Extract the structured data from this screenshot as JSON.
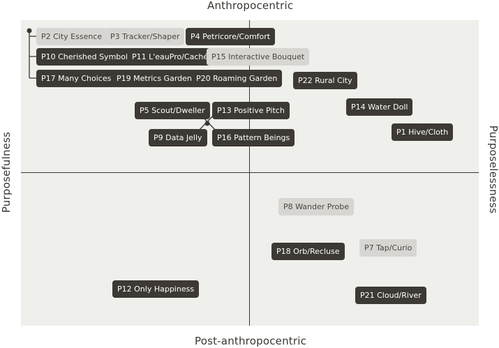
{
  "axes": {
    "top": "Anthropocentric",
    "bottom": "Post-anthropocentric",
    "left": "Purposefulness",
    "right": "Purposelessness"
  },
  "colors": {
    "dark_chip": "#3d3934",
    "light_chip": "#d7d6d2",
    "plot_bg": "#efefec",
    "axis": "#3a3632"
  },
  "projects": [
    {
      "id": "p2",
      "label": "P2 City Essence",
      "style": "light"
    },
    {
      "id": "p3",
      "label": "P3 Tracker/Shaper",
      "style": "light"
    },
    {
      "id": "p4",
      "label": "P4 Petricore/Comfort",
      "style": "dark"
    },
    {
      "id": "p10",
      "label": "P10 Cherished Symbol",
      "style": "dark"
    },
    {
      "id": "p11",
      "label": "P11 L'eauPro/Caché",
      "style": "dark"
    },
    {
      "id": "p15",
      "label": "P15 Interactive Bouquet",
      "style": "light"
    },
    {
      "id": "p17",
      "label": "P17 Many Choices",
      "style": "dark"
    },
    {
      "id": "p19",
      "label": "P19 Metrics Garden",
      "style": "dark"
    },
    {
      "id": "p20",
      "label": "P20 Roaming Garden",
      "style": "dark"
    },
    {
      "id": "p22",
      "label": "P22 Rural City",
      "style": "dark"
    },
    {
      "id": "p5",
      "label": "P5 Scout/Dweller",
      "style": "dark"
    },
    {
      "id": "p13",
      "label": "P13 Positive Pitch",
      "style": "dark"
    },
    {
      "id": "p14",
      "label": "P14 Water Doll",
      "style": "dark"
    },
    {
      "id": "p1",
      "label": "P1 Hive/Cloth",
      "style": "dark"
    },
    {
      "id": "p9",
      "label": "P9 Data Jelly",
      "style": "dark"
    },
    {
      "id": "p16",
      "label": "P16 Pattern Beings",
      "style": "dark"
    },
    {
      "id": "p8",
      "label": "P8 Wander Probe",
      "style": "light"
    },
    {
      "id": "p18",
      "label": "P18 Orb/Recluse",
      "style": "dark"
    },
    {
      "id": "p7",
      "label": "P7 Tap/Curio",
      "style": "light"
    },
    {
      "id": "p12",
      "label": "P12 Only Happiness",
      "style": "dark"
    },
    {
      "id": "p21",
      "label": "P21 Cloud/River",
      "style": "dark"
    }
  ]
}
